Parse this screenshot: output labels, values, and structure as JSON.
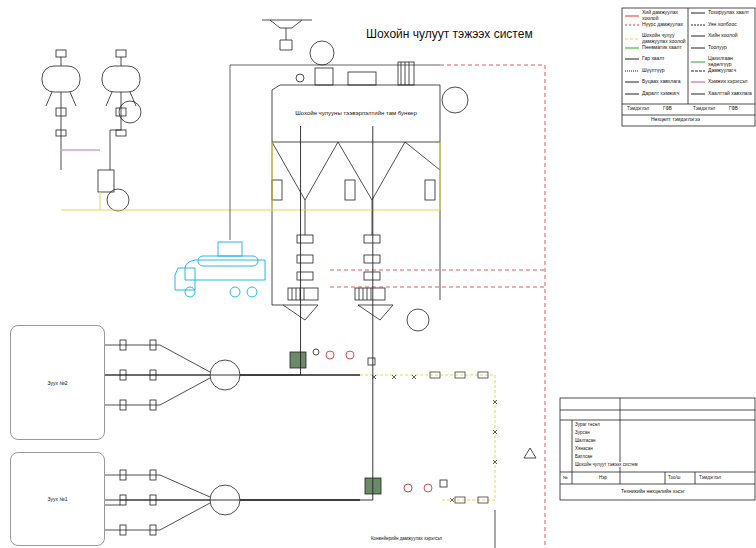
{
  "diagram": {
    "title": "Шохойн чулуут тэжээх систем",
    "nodes": [
      {
        "text": [
          "Шохойн чулууны тээвэрлэлтийн там бункер"
        ]
      },
      {
        "text": [
          "Зуух №2"
        ]
      },
      {
        "text": [
          "Зуух №1"
        ]
      }
    ],
    "edges": [
      {
        "from": 0,
        "to": 1,
        "arrow": "none"
      },
      {
        "from": 0,
        "to": 2,
        "arrow": "none"
      }
    ],
    "labels": [
      "Нөхцөлт тэмдэглэгээ",
      "Тэмдэглэл",
      "ГФВ",
      "Тэмдэглэл",
      "ГФВ",
      "Зураг төсөл",
      "Зурсан",
      "Шалгасан",
      "Хянасан",
      "Батлсан",
      "Шохойн чулуут тэжээх систем",
      "№",
      "Нэр",
      "Тоо/ш",
      "Тэмдэглэл",
      "Техникийн нөхцөлийн хэсэг",
      "Конвейерийн дамжуулах хэрэгсэл"
    ],
    "legend": [
      {
        "text": "Хий дамжуулах хоолой"
      },
      {
        "text": "Нүүрс дамжуулах"
      },
      {
        "text": "Шохойн чулуу дамжуулах хоолой"
      },
      {
        "text": "Пневматик хаалт"
      },
      {
        "text": "Гар хаалт"
      },
      {
        "text": "Шүүлтүүр"
      },
      {
        "text": "Буцаах хавхлага"
      },
      {
        "text": "Даралт хэмжигч"
      },
      {
        "text": "Тохируулах хаалт"
      },
      {
        "text": "Уян холбоос"
      },
      {
        "text": "Хийн хоолой"
      },
      {
        "text": "Тоолуур"
      },
      {
        "text": "Цахилгаан хөдөлгүүр"
      },
      {
        "text": "Дамжуулагч"
      },
      {
        "text": "Хэмжих хэрэгсэл"
      },
      {
        "text": "Хаалттай хавхлага"
      }
    ]
  }
}
